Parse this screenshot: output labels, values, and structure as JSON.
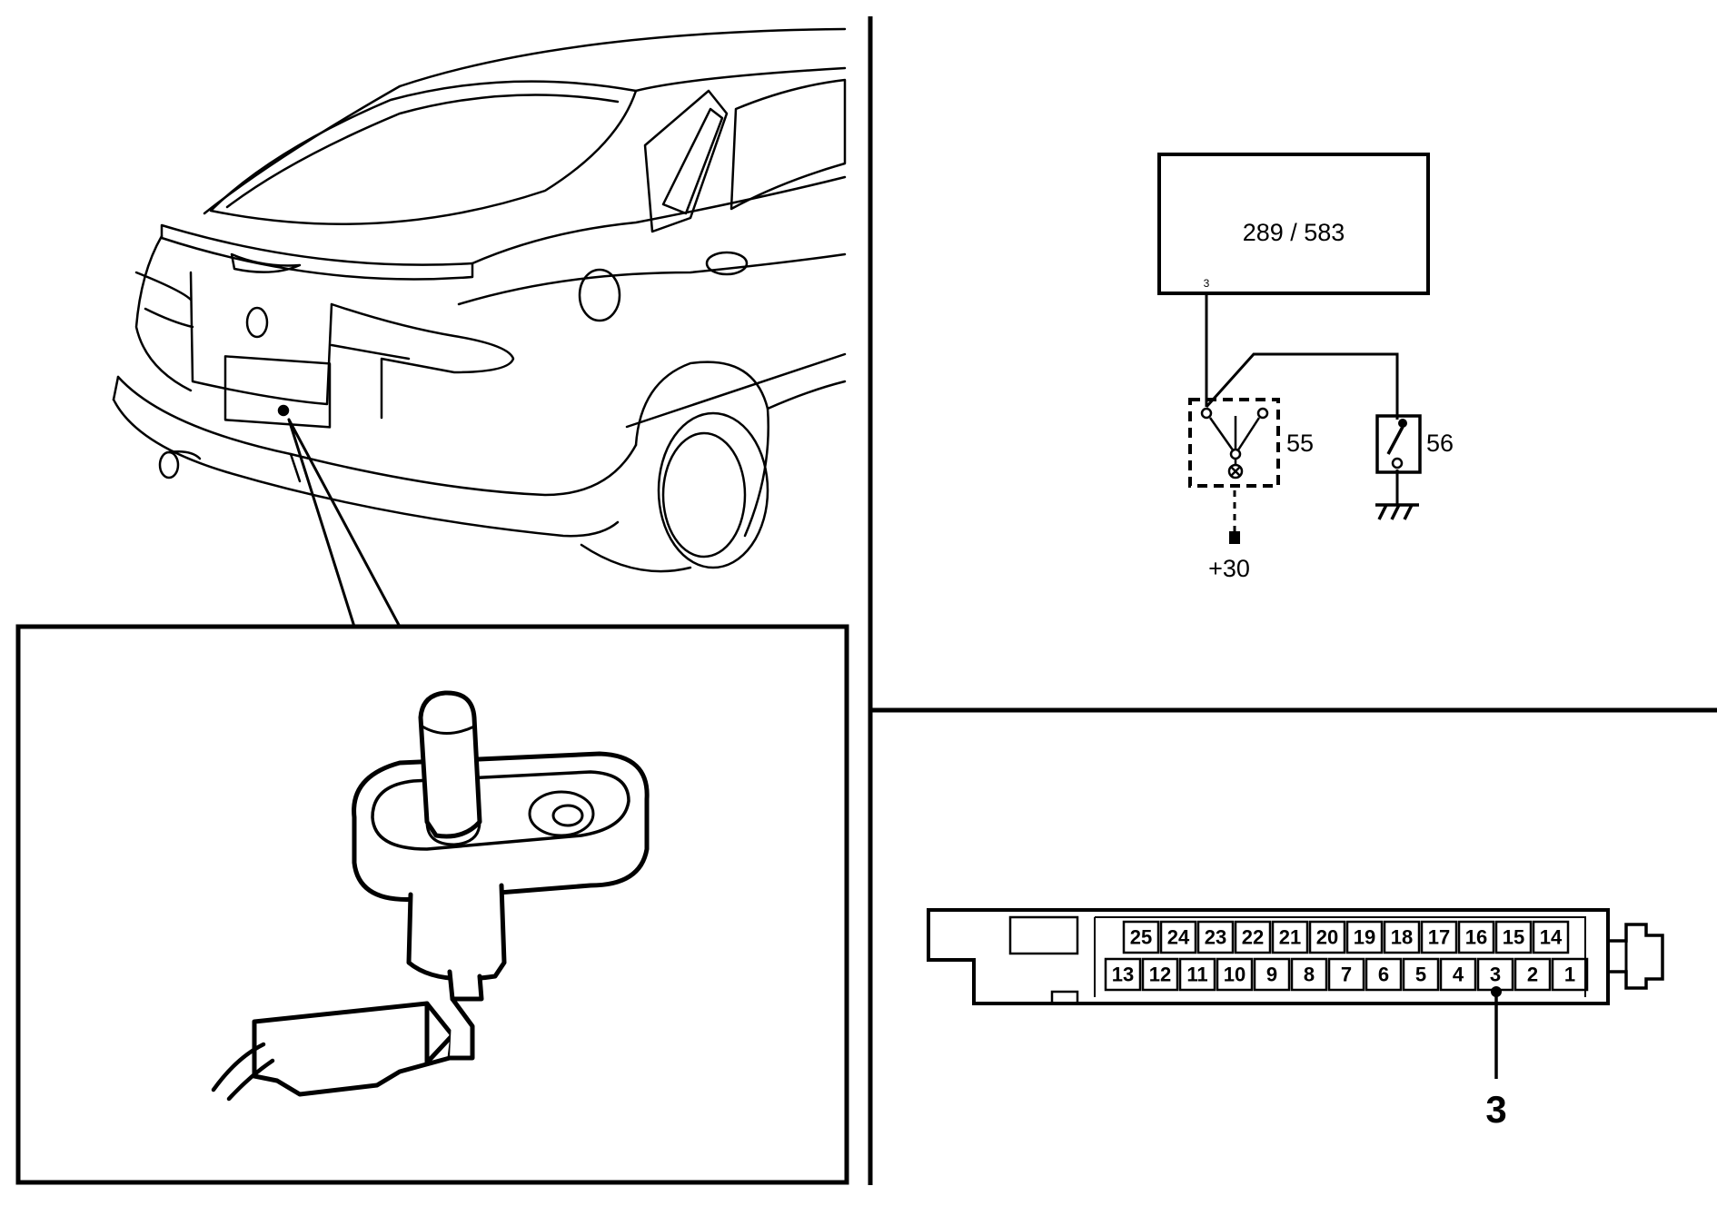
{
  "control_unit": {
    "label": "289 / 583",
    "pin": "3"
  },
  "components": {
    "switch_unit": "55",
    "door_switch": "56",
    "supply": "+30"
  },
  "connector": {
    "top_row": [
      "25",
      "24",
      "23",
      "22",
      "21",
      "20",
      "19",
      "18",
      "17",
      "16",
      "15",
      "14"
    ],
    "bottom_row": [
      "13",
      "12",
      "11",
      "10",
      "9",
      "8",
      "7",
      "6",
      "5",
      "4",
      "3",
      "2",
      "1"
    ],
    "highlighted_pin": "3",
    "callout": "3"
  }
}
